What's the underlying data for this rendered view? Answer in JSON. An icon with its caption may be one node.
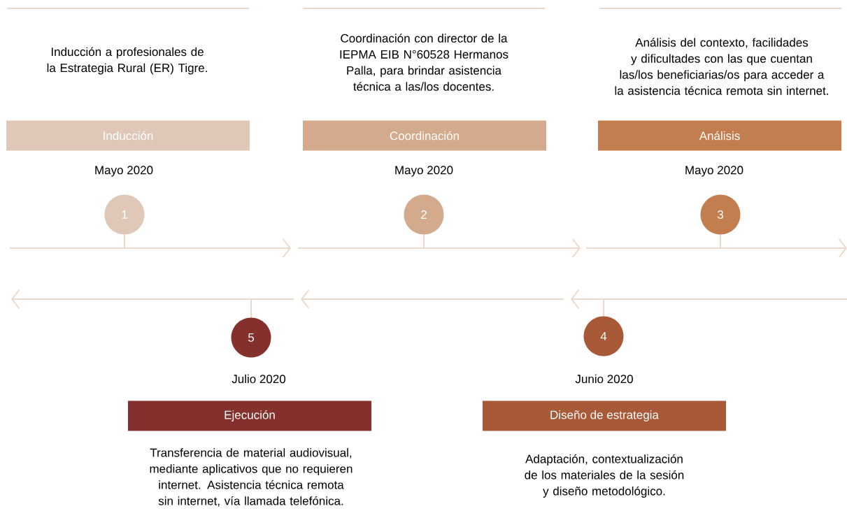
{
  "diagram": {
    "nodes": [
      {
        "text": [
          "Inducción"
        ],
        "beside": [
          "Inducción a profesionales de la Estrategia Rural (ER) Tigre.",
          "Mayo 2020"
        ]
      },
      {
        "text": [
          "Coordinación"
        ],
        "beside": [
          "Coordinación con director de la IEPMA EIB N°60528 Hermanos Palla, para brindar asistencia técnica a las/los docentes.",
          "Mayo 2020"
        ]
      },
      {
        "text": [
          "Análisis"
        ],
        "beside": [
          "Análisis del contexto, facilidades y dificultades con las que cuentan las/los beneficiarias/os para acceder a la asistencia técnica remota sin internet.",
          "Mayo 2020"
        ]
      },
      {
        "text": [
          "1"
        ]
      },
      {
        "text": [
          "2"
        ]
      },
      {
        "text": [
          "3"
        ]
      },
      {
        "text": [
          "5"
        ]
      },
      {
        "text": [
          "4"
        ]
      },
      {
        "text": [
          "Ejecución"
        ],
        "beside": [
          "Julio 2020",
          "Transferencia de material audiovisual, mediante aplicativos que no requieren internet. Asistencia técnica remota sin internet, vía llamada telefónica."
        ]
      },
      {
        "text": [
          "Diseño de estrategia"
        ],
        "beside": [
          "Junio 2020",
          "Adaptación, contextualización de los materiales de la sesión y diseño metodológico."
        ]
      }
    ]
  }
}
